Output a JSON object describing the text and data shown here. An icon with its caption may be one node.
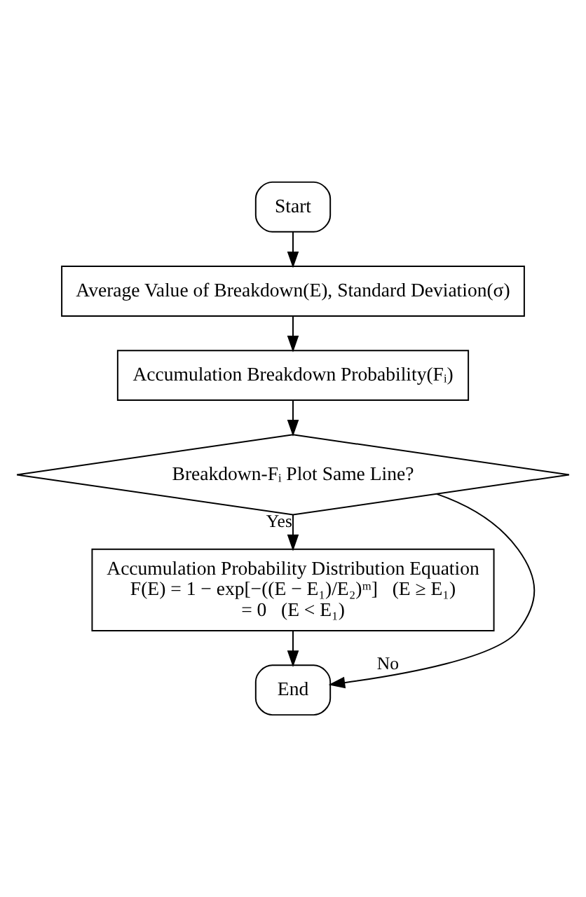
{
  "diagram": {
    "nodes": [
      {
        "text": [
          "Start"
        ]
      },
      {
        "text": [
          "Average Value of Breakdown(E), Standard Deviation(σ)"
        ]
      },
      {
        "text": [
          "Accumulation Breakdown Probability(Fᵢ)"
        ]
      },
      {
        "text": [
          "Breakdown-Fᵢ Plot Same Line?"
        ]
      },
      {
        "text": [
          "Accumulation Probability Distribution Equation",
          "F(E) = 1 − exp[−((E − E₁)/E₂)ᵐ]   (E ≥ E₁)",
          "= 0   (E < E₁)"
        ]
      },
      {
        "text": [
          "End"
        ]
      }
    ],
    "edges": [
      {
        "from": 0,
        "to": 1,
        "arrow": "to"
      },
      {
        "from": 1,
        "to": 2,
        "arrow": "to"
      },
      {
        "from": 2,
        "to": 3,
        "arrow": "to"
      },
      {
        "from": 3,
        "to": 4,
        "arrow": "to",
        "label": "Yes"
      },
      {
        "from": 4,
        "to": 5,
        "arrow": "to"
      },
      {
        "from": 3,
        "to": 5,
        "arrow": "to",
        "label": "No"
      }
    ]
  }
}
